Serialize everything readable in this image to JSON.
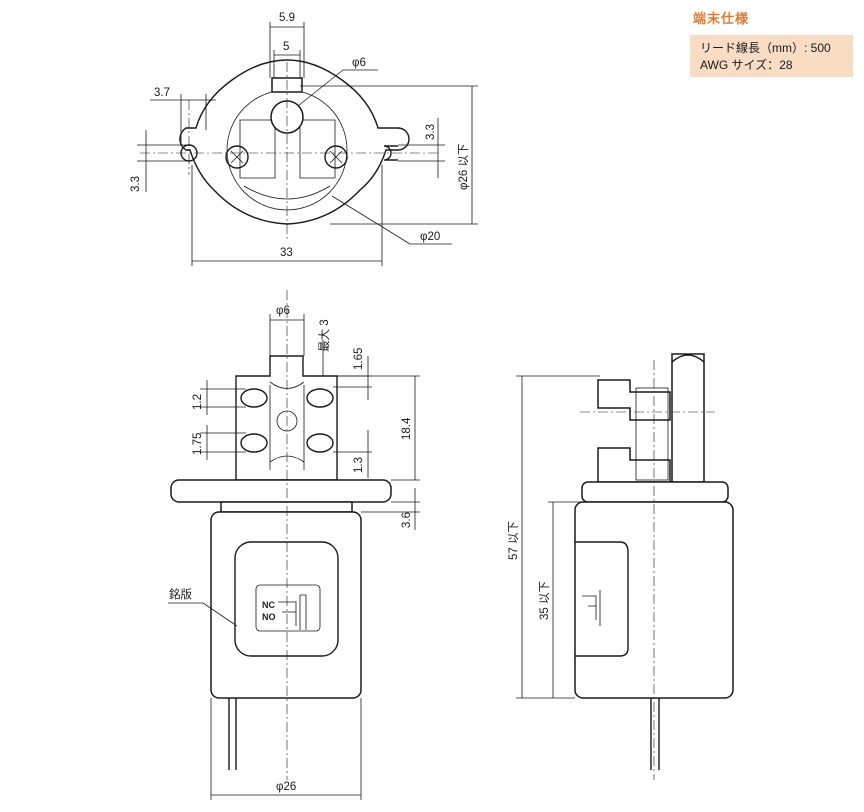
{
  "spec": {
    "title": "端末仕様",
    "lead_length": "リード線長（mm）: 500",
    "awg_size": "AWG サイズ：28",
    "box_color": "#f8dcc3",
    "title_color": "#e07a35"
  },
  "top_view": {
    "dim_5_9": "5.9",
    "dim_5": "5",
    "dim_phi6": "φ6",
    "dim_3_7": "3.7",
    "dim_3_3_right": "3.3",
    "dim_3_3_left": "3.3",
    "dim_phi26_max": "φ26 以下",
    "dim_phi20": "φ20",
    "dim_33": "33"
  },
  "front_view": {
    "dim_phi6": "φ6",
    "dim_max3": "最大 3",
    "dim_1_65": "1.65",
    "dim_1_2": "1.2",
    "dim_18_4": "18.4",
    "dim_1_75": "1.75",
    "dim_1_3": "1.3",
    "dim_3_6": "3.6",
    "label_nameplate": "銘版",
    "label_nc": "NC",
    "label_no": "NO",
    "dim_phi26": "φ26"
  },
  "side_view": {
    "dim_57_max": "57 以下",
    "dim_35_max": "35 以下"
  }
}
